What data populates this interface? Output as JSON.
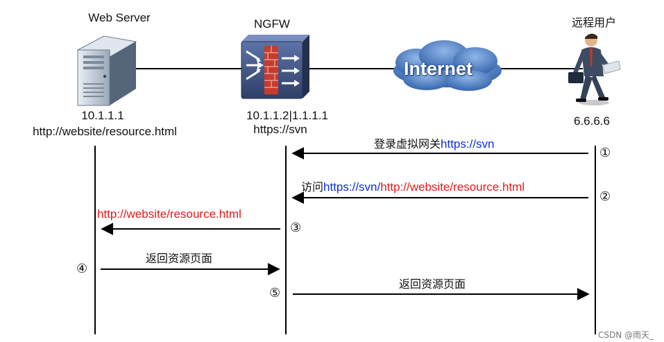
{
  "nodes": {
    "web_server": {
      "name": "Web Server",
      "ip": "10.1.1.1",
      "url": "http://website/resource.html"
    },
    "ngfw": {
      "name": "NGFW",
      "ip": "10.1.1.2|1.1.1.1",
      "url": "https://svn"
    },
    "internet": {
      "name": "Internet"
    },
    "remote_user": {
      "name": "远程用户",
      "ip": "6.6.6.6"
    }
  },
  "steps": [
    {
      "num": "①",
      "text_parts": [
        {
          "text": "登录虚拟网关",
          "color": "#111111"
        },
        {
          "text": "https://svn",
          "color": "#0a2fd6"
        }
      ]
    },
    {
      "num": "②",
      "text_parts": [
        {
          "text": "访问",
          "color": "#111111"
        },
        {
          "text": "https://svn/",
          "color": "#0a2fd6"
        },
        {
          "text": "http://website/resource.html",
          "color": "#e01a1a"
        }
      ]
    },
    {
      "num": "③",
      "text_parts": [
        {
          "text": "http://website/resource.html",
          "color": "#e01a1a"
        }
      ]
    },
    {
      "num": "④",
      "text_parts": [
        {
          "text": "返回资源页面",
          "color": "#111111"
        }
      ]
    },
    {
      "num": "⑤",
      "text_parts": [
        {
          "text": "返回资源页面",
          "color": "#111111"
        }
      ]
    }
  ],
  "watermark": "CSDN @雨天_",
  "colors": {
    "link_blue": "#0a2fd6",
    "url_red": "#e01a1a",
    "cloud": "#3f6fb8",
    "firewall": "#3d4f7a"
  }
}
